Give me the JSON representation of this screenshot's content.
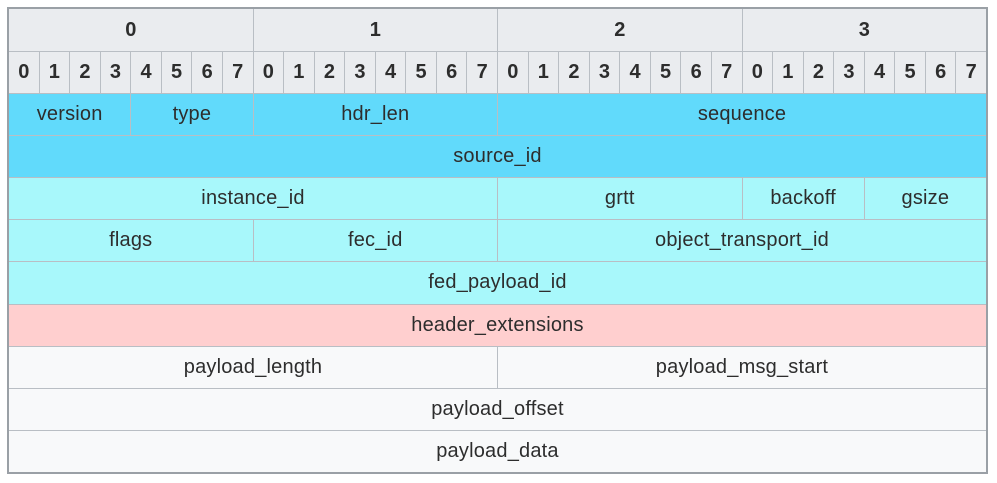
{
  "packet_diagram": {
    "byte_headers": [
      "0",
      "1",
      "2",
      "3"
    ],
    "bit_headers": [
      "0",
      "1",
      "2",
      "3",
      "4",
      "5",
      "6",
      "7",
      "0",
      "1",
      "2",
      "3",
      "4",
      "5",
      "6",
      "7",
      "0",
      "1",
      "2",
      "3",
      "4",
      "5",
      "6",
      "7",
      "0",
      "1",
      "2",
      "3",
      "4",
      "5",
      "6",
      "7"
    ],
    "colors": {
      "header-bg": "#EAECEF",
      "cyan": "#61DAFB",
      "pale-cyan": "#A8F8FB",
      "pink": "#FFCFCF",
      "plain": "#F8F9FA",
      "border": "#B9BEC4",
      "outer-border": "#9AA0A6",
      "text": "#2D2D2D"
    },
    "rows": [
      {
        "fields": [
          {
            "label": "version",
            "bits": 4,
            "color": "cyan"
          },
          {
            "label": "type",
            "bits": 4,
            "color": "cyan"
          },
          {
            "label": "hdr_len",
            "bits": 8,
            "color": "cyan"
          },
          {
            "label": "sequence",
            "bits": 16,
            "color": "cyan"
          }
        ]
      },
      {
        "fields": [
          {
            "label": "source_id",
            "bits": 32,
            "color": "cyan"
          }
        ]
      },
      {
        "fields": [
          {
            "label": "instance_id",
            "bits": 16,
            "color": "pale-cyan"
          },
          {
            "label": "grtt",
            "bits": 8,
            "color": "pale-cyan"
          },
          {
            "label": "backoff",
            "bits": 4,
            "color": "pale-cyan"
          },
          {
            "label": "gsize",
            "bits": 4,
            "color": "pale-cyan"
          }
        ]
      },
      {
        "fields": [
          {
            "label": "flags",
            "bits": 8,
            "color": "pale-cyan"
          },
          {
            "label": "fec_id",
            "bits": 8,
            "color": "pale-cyan"
          },
          {
            "label": "object_transport_id",
            "bits": 16,
            "color": "pale-cyan"
          }
        ]
      },
      {
        "fields": [
          {
            "label": "fed_payload_id",
            "bits": 32,
            "color": "pale-cyan"
          }
        ]
      },
      {
        "fields": [
          {
            "label": "header_extensions",
            "bits": 32,
            "color": "pink"
          }
        ]
      },
      {
        "fields": [
          {
            "label": "payload_length",
            "bits": 16,
            "color": "plain"
          },
          {
            "label": "payload_msg_start",
            "bits": 16,
            "color": "plain"
          }
        ]
      },
      {
        "fields": [
          {
            "label": "payload_offset",
            "bits": 32,
            "color": "plain"
          }
        ]
      },
      {
        "fields": [
          {
            "label": "payload_data",
            "bits": 32,
            "color": "plain"
          }
        ]
      }
    ]
  }
}
